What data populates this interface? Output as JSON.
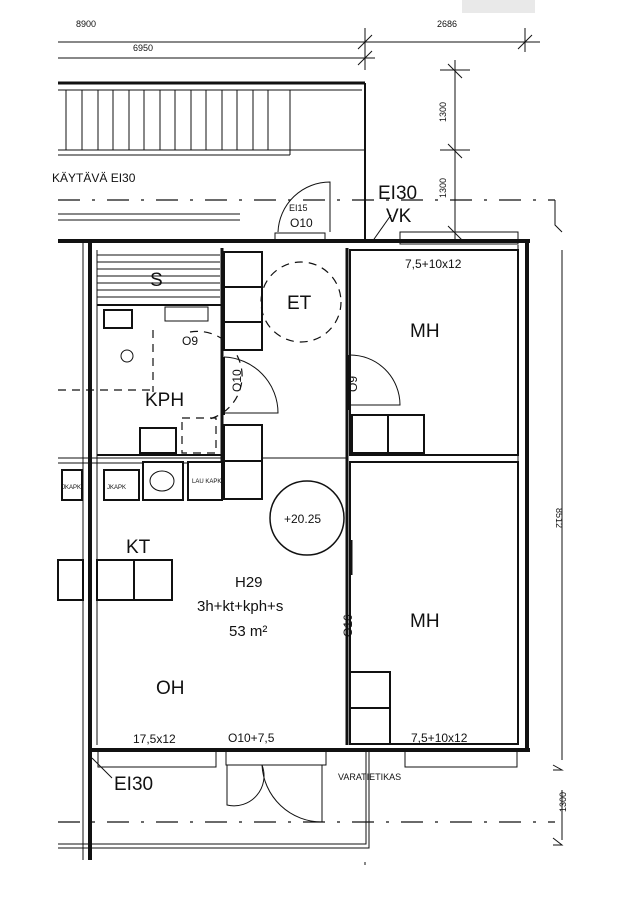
{
  "dimensions": {
    "top_total": "8900",
    "top_right": "2686",
    "top_inner": "6950",
    "right_upper_1": "1300",
    "right_upper_2": "1300",
    "right_main": "8512",
    "right_lower": "1300"
  },
  "corridor": {
    "label": "KÄYTÄVÄ EI30"
  },
  "entry": {
    "fire_class": "EI30",
    "vk": "VK",
    "door_class": "EI15",
    "door_size": "O10"
  },
  "rooms": {
    "sauna": "S",
    "entrance": "ET",
    "bedroom_upper": "MH",
    "bedroom_lower": "MH",
    "bathroom": "KPH",
    "kitchen": "KT",
    "living": "OH"
  },
  "doors": {
    "bathroom": "O9",
    "entrance_closet": "O10",
    "bedroom_upper": "O9",
    "bedroom_lower": "O16",
    "balcony": "O10+7,5"
  },
  "apartment": {
    "id": "H29",
    "type": "3h+kt+kph+s",
    "area": "53 m²",
    "level": "+20.25"
  },
  "windows": {
    "upper_bedroom": "7,5+10x12",
    "living": "17,5x12",
    "lower_bedroom": "7,5+10x12"
  },
  "labels": {
    "balcony_fire_class": "EI30",
    "emergency_exit": "VARATIETIKAS",
    "cabinet_1": "JKAPK",
    "cabinet_2": "JKAPK",
    "cabinet_3": "LAU\nKAPK"
  }
}
